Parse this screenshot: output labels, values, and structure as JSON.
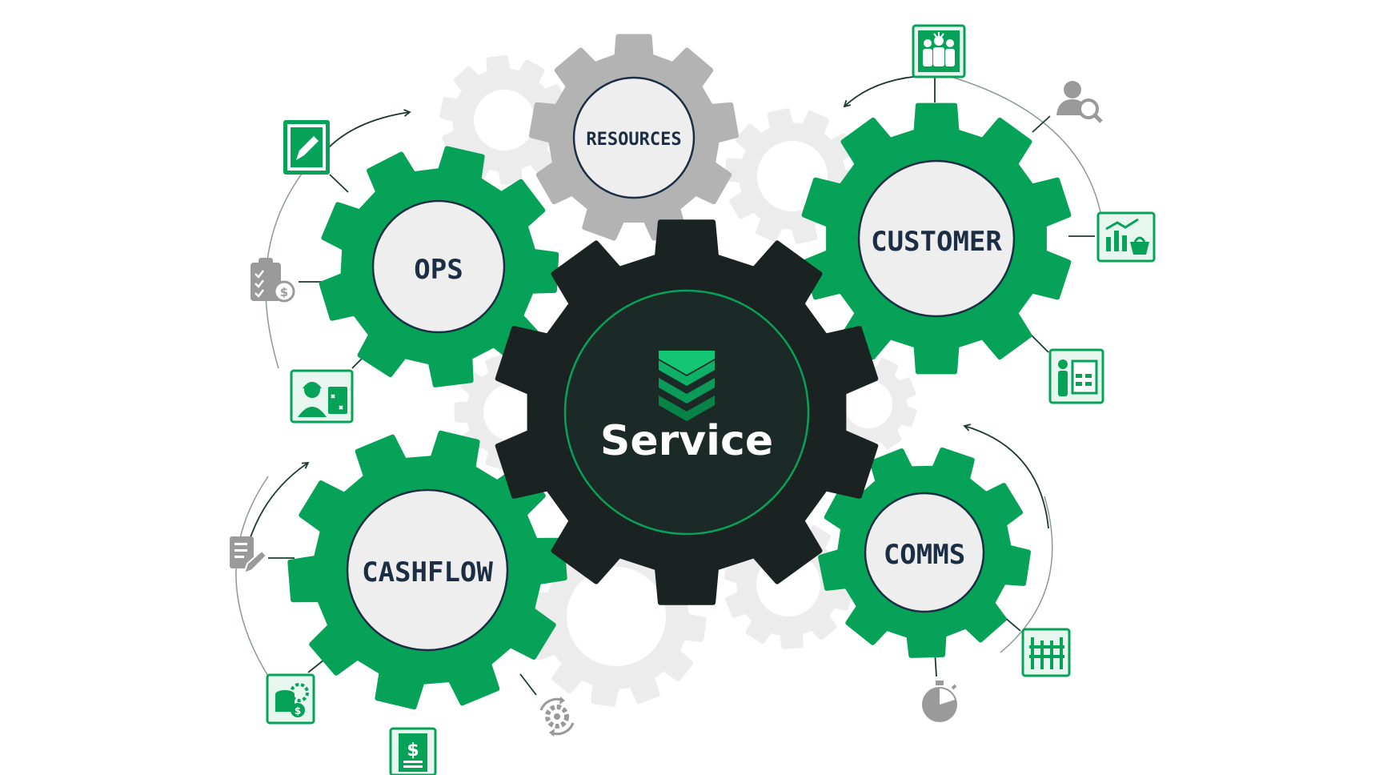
{
  "diagram": {
    "center": {
      "label": "Service",
      "logo": "chevron-stack-logo"
    },
    "gears": [
      {
        "key": "resources",
        "label": "RESOURCES"
      },
      {
        "key": "ops",
        "label": "OPS"
      },
      {
        "key": "customer",
        "label": "CUSTOMER"
      },
      {
        "key": "cashflow",
        "label": "CASHFLOW"
      },
      {
        "key": "comms",
        "label": "COMMS"
      }
    ],
    "icons": {
      "ops": [
        "pen-edit-icon",
        "checklist-dollar-icon",
        "engineer-plan-icon"
      ],
      "customer": [
        "team-icon",
        "user-search-icon",
        "analytics-basket-icon",
        "presenter-schedule-icon"
      ],
      "cashflow": [
        "document-edit-icon",
        "coins-gear-icon",
        "invoice-dollar-icon",
        "settings-cycle-icon"
      ],
      "comms": [
        "scaffold-icon",
        "stopwatch-icon"
      ]
    }
  },
  "colors": {
    "brand_green": "#05a257",
    "dark_gear": "#1b2322",
    "gray_gear": "#b3b3b3",
    "light_gray_gear": "#ececec",
    "label_navy": "#1c2e44",
    "icon_gray": "#9a9a9a"
  }
}
